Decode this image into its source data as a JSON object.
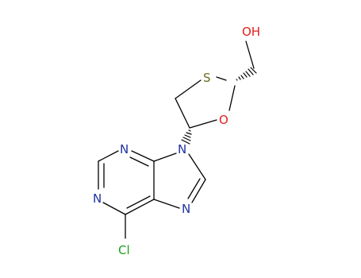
{
  "colors": {
    "bond": "#000000",
    "N": "#1e32a0",
    "O": "#e0201c",
    "S": "#6b6b1e",
    "Cl": "#1ea01e",
    "background": "#ffffff"
  },
  "atoms": {
    "oh": "OH",
    "s": "S",
    "o_ring": "O",
    "n9": "N",
    "n3": "N",
    "n1": "N",
    "n7": "N",
    "cl": "Cl"
  }
}
